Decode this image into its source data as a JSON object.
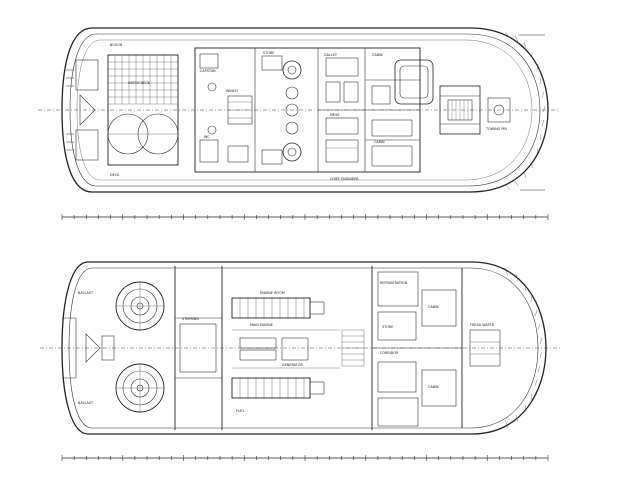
{
  "upper_deck": {
    "labels": [
      {
        "id": "hatch",
        "text": "HATCH DECK"
      },
      {
        "id": "capstan",
        "text": "CAPSTAN"
      },
      {
        "id": "winch",
        "text": "WINCH"
      },
      {
        "id": "galley",
        "text": "GALLEY"
      },
      {
        "id": "mess",
        "text": "MESS"
      },
      {
        "id": "cabin1",
        "text": "CABIN"
      },
      {
        "id": "cabin2",
        "text": "CABIN"
      },
      {
        "id": "towing",
        "text": "TOWING PIN"
      },
      {
        "id": "store",
        "text": "STORE"
      },
      {
        "id": "wc",
        "text": "WC"
      },
      {
        "id": "chief",
        "text": "CHIEF ENGINEER"
      },
      {
        "id": "deck",
        "text": "DECK"
      },
      {
        "id": "bosun",
        "text": "BOSUN"
      }
    ]
  },
  "lower_deck": {
    "labels": [
      {
        "id": "ballast1",
        "text": "BALLAST"
      },
      {
        "id": "ballast2",
        "text": "BALLAST"
      },
      {
        "id": "steering",
        "text": "STEERING"
      },
      {
        "id": "engine",
        "text": "ENGINE ROOM"
      },
      {
        "id": "main_eng",
        "text": "MAIN ENGINE"
      },
      {
        "id": "fuel",
        "text": "FUEL"
      },
      {
        "id": "gen",
        "text": "GENERATOR"
      },
      {
        "id": "refrig",
        "text": "REFRIGERATION"
      },
      {
        "id": "store2",
        "text": "STORE"
      },
      {
        "id": "cabin3",
        "text": "CABIN"
      },
      {
        "id": "cabin4",
        "text": "CABIN"
      },
      {
        "id": "corridor",
        "text": "CORRIDOR"
      },
      {
        "id": "fw",
        "text": "FRESH WATER"
      }
    ]
  }
}
